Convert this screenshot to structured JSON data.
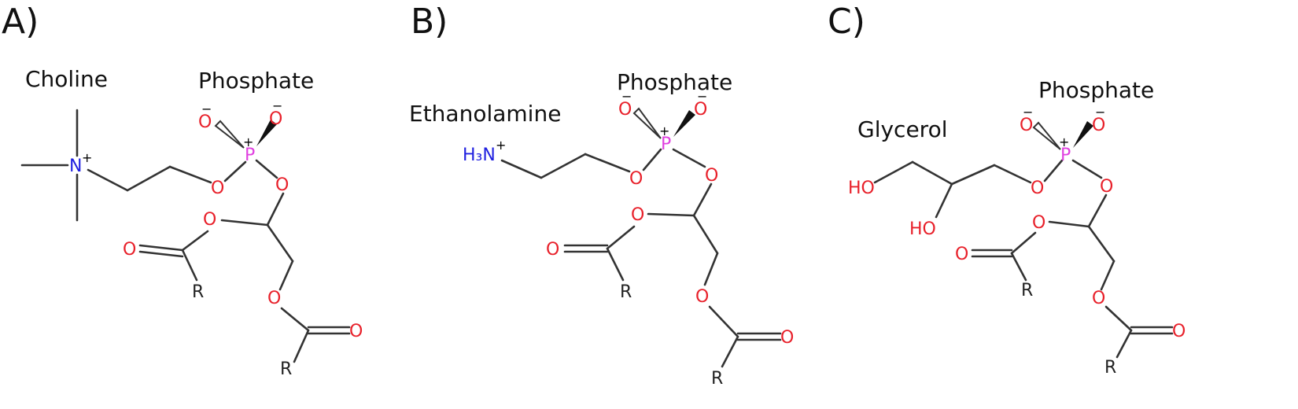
{
  "panels": [
    {
      "id": "A",
      "label": "A)",
      "headgroup": "Choline",
      "phosphate": "Phosphate",
      "head_atom": "N",
      "head_charge": "+"
    },
    {
      "id": "B",
      "label": "B)",
      "headgroup": "Ethanolamine",
      "phosphate": "Phosphate",
      "head_atom": "H₃N",
      "head_charge": "+"
    },
    {
      "id": "C",
      "label": "C)",
      "headgroup": "Glycerol",
      "phosphate": "Phosphate",
      "head_atom": "HO",
      "head_atom_2": "HO"
    }
  ],
  "atoms": {
    "phosphorus": "P",
    "oxygen": "O",
    "r_group": "R",
    "plus": "+",
    "minus": "−"
  },
  "colors": {
    "oxygen": "#e8202a",
    "phosphorus": "#e040e0",
    "nitrogen": "#2020e0",
    "bond": "#333333"
  }
}
